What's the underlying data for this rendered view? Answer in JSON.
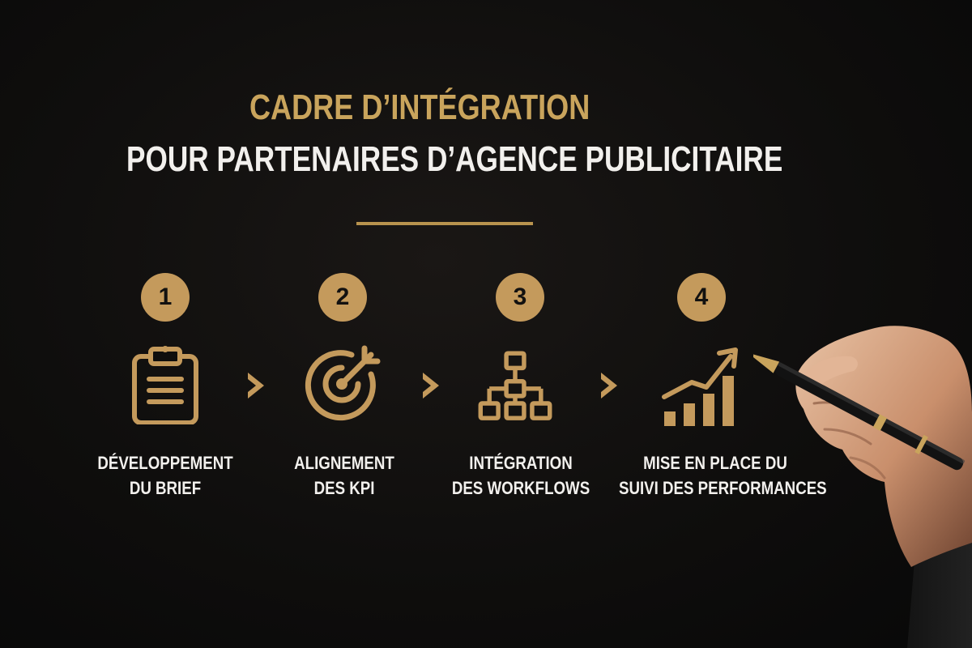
{
  "title": {
    "line1": "CADRE D’INTÉGRATION",
    "line2": "POUR PARTENAIRES D’AGENCE PUBLICITAIRE"
  },
  "colors": {
    "background": "#0f0e0d",
    "gold": "#c49a5c",
    "white": "#f2f0ed"
  },
  "steps": [
    {
      "number": "1",
      "icon": "clipboard-icon",
      "label_line1": "DÉVELOPPEMENT",
      "label_line2": "DU BRIEF"
    },
    {
      "number": "2",
      "icon": "target-icon",
      "label_line1": "ALIGNEMENT",
      "label_line2": "DES KPI"
    },
    {
      "number": "3",
      "icon": "workflow-hierarchy-icon",
      "label_line1": "INTÉGRATION",
      "label_line2": "DES WORKFLOWS"
    },
    {
      "number": "4",
      "icon": "growth-chart-icon",
      "label_line1": "MISE EN PLACE DU",
      "label_line2": "SUIVI DES PERFORMANCES"
    }
  ]
}
